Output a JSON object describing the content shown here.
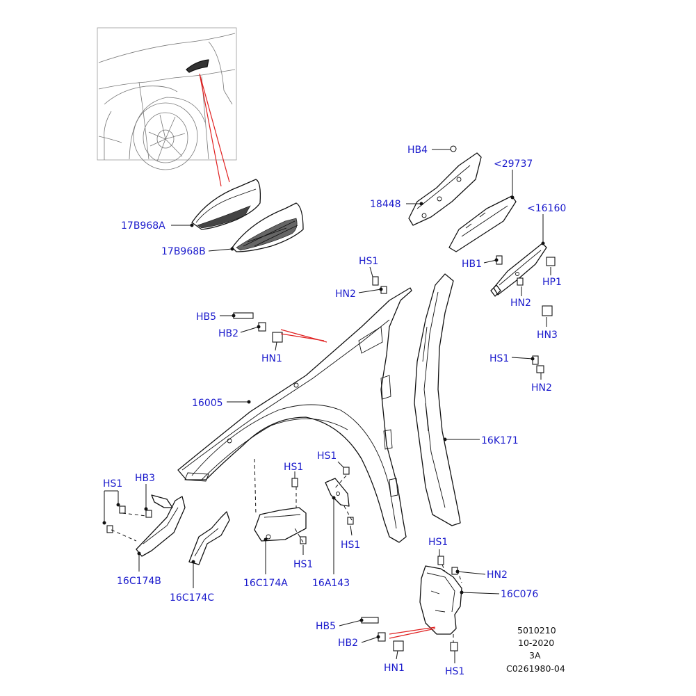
{
  "colors": {
    "callout": "#1a1acc",
    "leader": "#111111",
    "highlight": "#e02020"
  },
  "labels": {
    "hb4": "HB4",
    "n29737": "<29737",
    "n18448": "18448",
    "n16160": "<16160",
    "n17b968a": "17B968A",
    "n17b968b": "17B968B",
    "hs1_a": "HS1",
    "hn2_a": "HN2",
    "hb1": "HB1",
    "hp1": "HP1",
    "hn2_b": "HN2",
    "hn3": "HN3",
    "hb5_a": "HB5",
    "hb2_a": "HB2",
    "hn1_a": "HN1",
    "hs1_b": "HS1",
    "hn2_c": "HN2",
    "n16005": "16005",
    "n16k171": "16K171",
    "hs1_c": "HS1",
    "hb3": "HB3",
    "hs1_d": "HS1",
    "hs1_e": "HS1",
    "hs1_f": "HS1",
    "hs1_g": "HS1",
    "hs1_h": "HS1",
    "hn2_d": "HN2",
    "n16c076": "16C076",
    "n16c174b": "16C174B",
    "n16c174c": "16C174C",
    "n16c174a": "16C174A",
    "n16a143": "16A143",
    "hb5_b": "HB5",
    "hb2_b": "HB2",
    "hn1_b": "HN1",
    "hs1_i": "HS1"
  },
  "meta": {
    "code": "5010210",
    "date": "10-2020",
    "rev": "3A",
    "ref": "C0261980-04"
  }
}
